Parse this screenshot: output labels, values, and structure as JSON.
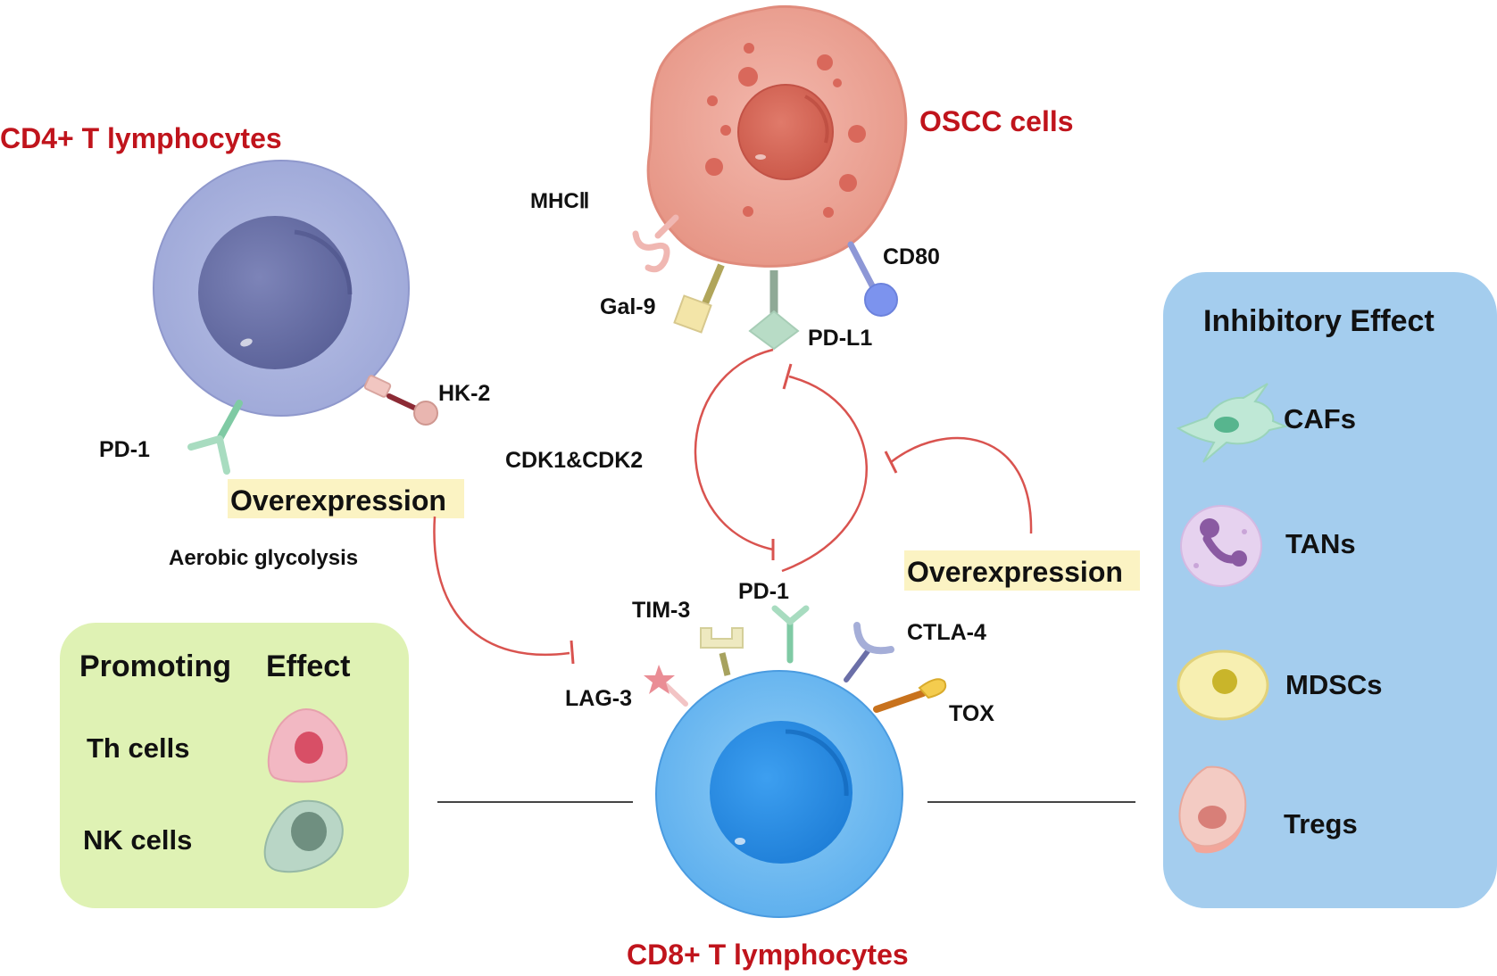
{
  "colors": {
    "title_red": "#c0141c",
    "inhibit_line": "#d9534f",
    "highlight_bg": "#fbf3c3",
    "promoting_panel": "#dff2b4",
    "inhibitory_panel": "#a4cdee",
    "cd4_cell": "#aab4de",
    "cd8_cell": "#7ec0f2",
    "oscc_cell": "#eb9e92"
  },
  "cells": {
    "cd4": "CD4+ T lymphocytes",
    "oscc": "OSCC cells",
    "cd8": "CD8+ T lymphocytes"
  },
  "labels": {
    "cd4_pd1": "PD-1",
    "hk2": "HK-2",
    "overexpression_left": "Overexpression",
    "aerobic_glycolysis": "Aerobic glycolysis",
    "mhc2": "MHCⅡ",
    "gal9": "Gal-9",
    "pdl1": "PD-L1",
    "cd80": "CD80",
    "cdk": "CDK1&CDK2",
    "cd8_pd1": "PD-1",
    "tim3": "TIM-3",
    "lag3": "LAG-3",
    "ctla4": "CTLA-4",
    "tox": "TOX",
    "overexpression_right": "Overexpression"
  },
  "promoting": {
    "title_a": "Promoting",
    "title_b": "Effect",
    "items": [
      "Th cells",
      "NK cells"
    ]
  },
  "inhibitory": {
    "title": "Inhibitory Effect",
    "items": [
      "CAFs",
      "TANs",
      "MDSCs",
      "Tregs"
    ]
  },
  "icons": [
    "pd1-receptor-icon",
    "hk2-icon",
    "mhc2-receptor-icon",
    "gal9-ligand-icon",
    "pdl1-ligand-icon",
    "cd80-ligand-icon",
    "tim3-receptor-icon",
    "lag3-receptor-icon",
    "ctla4-receptor-icon",
    "tox-icon",
    "th-cell-icon",
    "nk-cell-icon",
    "caf-cell-icon",
    "tan-cell-icon",
    "mdsc-cell-icon",
    "treg-cell-icon"
  ]
}
